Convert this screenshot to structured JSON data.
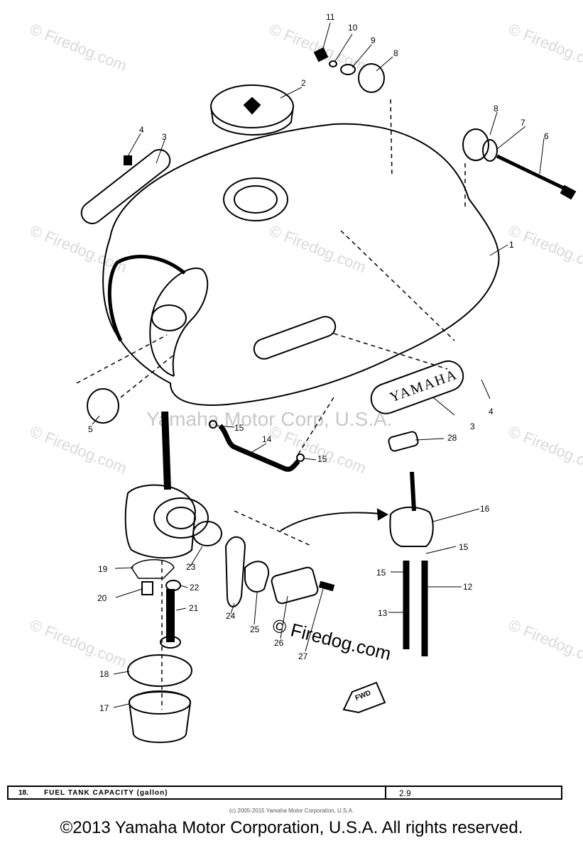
{
  "watermarks": {
    "site": "© Firedog.com",
    "center": "© Firedog.com",
    "faint_text": "Yamaha Motor Corp, U.S.A."
  },
  "tank_badge": "YAMAHA",
  "fwd_label": "FWD",
  "callouts": [
    "1",
    "2",
    "3",
    "4",
    "6",
    "7",
    "8",
    "8",
    "9",
    "10",
    "11",
    "1",
    "3",
    "4",
    "5",
    "15",
    "14",
    "15",
    "28",
    "16",
    "15",
    "15",
    "12",
    "13",
    "19",
    "23",
    "22",
    "20",
    "21",
    "24",
    "25",
    "26",
    "27",
    "18",
    "17"
  ],
  "spec_table": {
    "number": "18.",
    "label": "FUEL TANK CAPACITY (gallon)",
    "value": "2.9"
  },
  "copyright_small": "(c) 2005-2015 Yamaha Motor Corporation, U.S.A.",
  "copyright_main": "©2013 Yamaha Motor Corporation, U.S.A. All rights reserved.",
  "colors": {
    "ink": "#000000",
    "watermark": "#d9d9d9"
  }
}
